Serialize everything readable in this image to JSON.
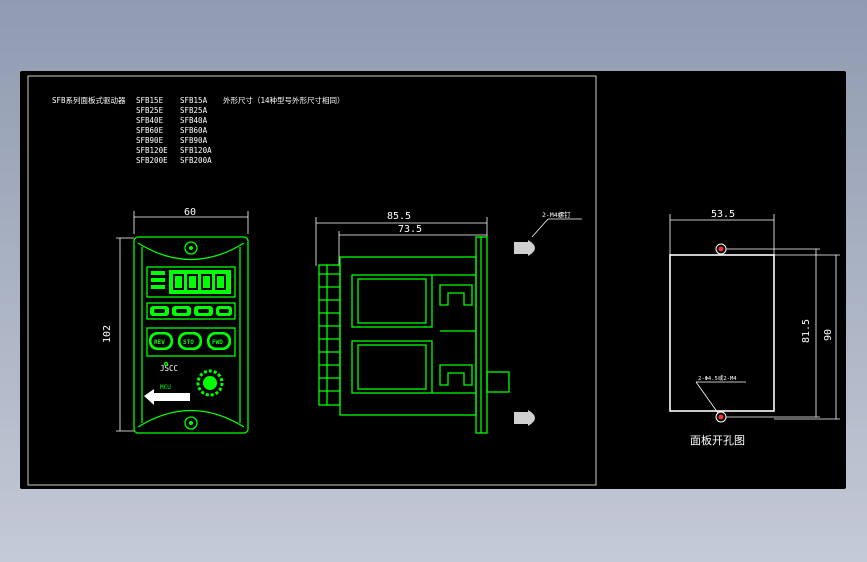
{
  "title": {
    "series_label": "SFB系列面板式驱动器",
    "col1": [
      "SFB15E",
      "SFB25E",
      "SFB40E",
      "SFB60E",
      "SFB90E",
      "SFB120E",
      "SFB200E"
    ],
    "col2": [
      "SFB15A",
      "SFB25A",
      "SFB40A",
      "SFB60A",
      "SFB90A",
      "SFB120A",
      "SFB200A"
    ],
    "note": "外形尺寸（14种型号外形尺寸相同）"
  },
  "front_view": {
    "width_dim": "60",
    "height_dim": "102",
    "buttons": [
      "REV",
      "STO",
      "FWD"
    ],
    "logo_text": "JSCC",
    "mcu_text": "MCU"
  },
  "side_view": {
    "total_dim": "85.5",
    "body_dim": "73.5",
    "screw_label": "2-M4螺钉"
  },
  "cutout_view": {
    "width_dim": "53.5",
    "hole_pitch_dim": "81.5",
    "height_dim": "90",
    "hole_label": "2-Φ4.5或2-M4",
    "caption": "面板开孔图"
  }
}
